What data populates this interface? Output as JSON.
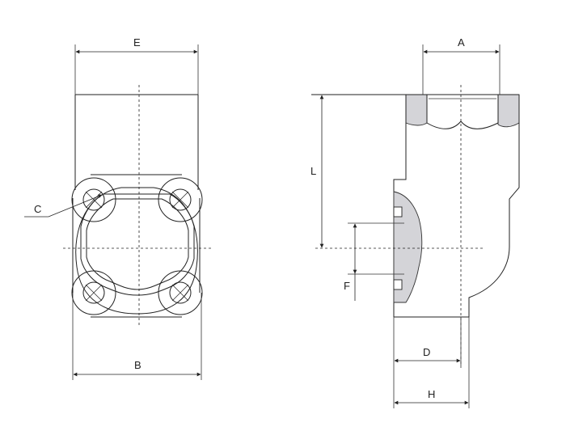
{
  "labels": {
    "E": "E",
    "A": "A",
    "C": "C",
    "L": "L",
    "F": "F",
    "B": "B",
    "D": "D",
    "H": "H"
  }
}
